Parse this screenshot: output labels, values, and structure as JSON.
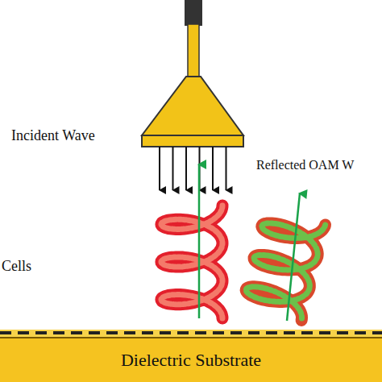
{
  "diagram": {
    "nodes": [
      {
        "text": [
          "Dielectric Substrate"
        ]
      }
    ],
    "labels": [
      "Incident Wave",
      "Reflected OAM W",
      "Cells"
    ]
  }
}
